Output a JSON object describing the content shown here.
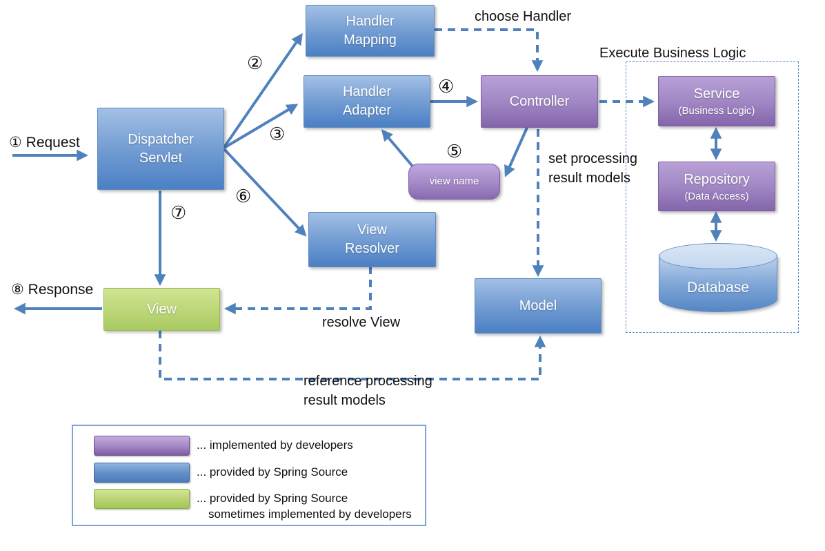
{
  "palette": {
    "line_blue": "#4f81bd",
    "blue_box": "#4b80c4",
    "purple_box": "#8465ab",
    "green_box": "#a9ca62",
    "text": "#111111"
  },
  "nodes": {
    "dispatcher_servlet": {
      "label": "Dispatcher\nServlet"
    },
    "handler_mapping": {
      "label": "Handler\nMapping"
    },
    "handler_adapter": {
      "label": "Handler\nAdapter"
    },
    "controller": {
      "label": "Controller"
    },
    "service": {
      "label": "Service",
      "sub": "(Business Logic)"
    },
    "repository": {
      "label": "Repository",
      "sub": "(Data Access)"
    },
    "database": {
      "label": "Database"
    },
    "view_name": {
      "label": "view name"
    },
    "view_resolver": {
      "label": "View\nResolver"
    },
    "view": {
      "label": "View"
    },
    "model": {
      "label": "Model"
    }
  },
  "annotations": {
    "request": "① Request",
    "response": "⑧ Response",
    "choose_handler": "choose Handler",
    "execute_business_logic": "Execute Business Logic",
    "set_processing": "set processing\nresult models",
    "resolve_view": "resolve View",
    "reference_processing": "reference processing\nresult models",
    "step2": "②",
    "step3": "③",
    "step4": "④",
    "step5": "⑤",
    "step6": "⑥",
    "step7": "⑦"
  },
  "legend": {
    "items": [
      {
        "swatch": "purple",
        "label": "... implemented by developers"
      },
      {
        "swatch": "blue",
        "label": "... provided by Spring Source"
      },
      {
        "swatch": "green",
        "label": "... provided by Spring Source",
        "label2": "sometimes implemented by developers"
      }
    ]
  }
}
